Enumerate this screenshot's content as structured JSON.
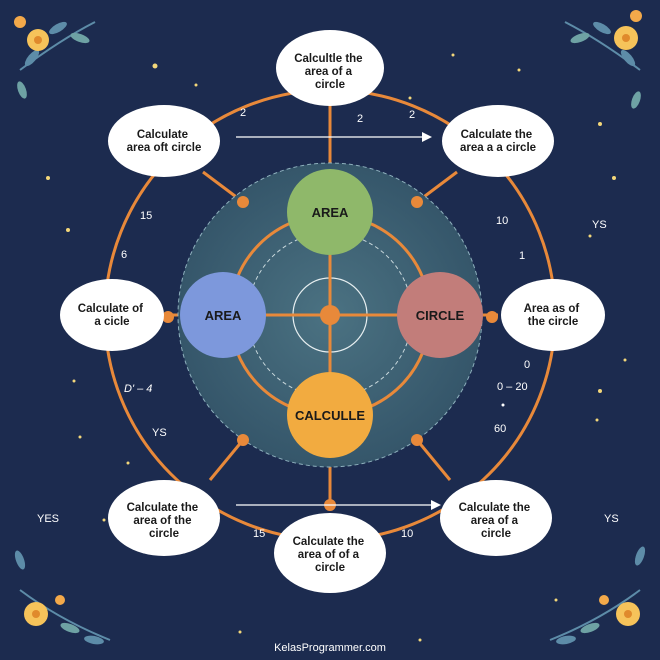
{
  "center_nodes": {
    "top": "AREA",
    "left": "AREA",
    "right": "CIRCLE",
    "bottom": "CALCULLE"
  },
  "outer_nodes": {
    "top": [
      "Calcultle the",
      "area of a",
      "circle"
    ],
    "top_left": [
      "Calculate",
      "area oft circle"
    ],
    "top_right": [
      "Calculate the",
      "area a a circle"
    ],
    "left": [
      "Calculate of",
      "a cicle"
    ],
    "right": [
      "Area as of",
      "the circle"
    ],
    "bottom_left": [
      "Calculate the",
      "area of the",
      "circle"
    ],
    "bottom": [
      "Calculate the",
      "area of of a",
      "circle"
    ],
    "bottom_right": [
      "Calculate the",
      "area of a",
      "circle"
    ]
  },
  "labels": {
    "top_a": "2",
    "top_b": "2",
    "top_c": "2",
    "left_15": "15",
    "left_6": "6",
    "left_d4": "D' – 4",
    "left_ys": "YS",
    "far_left_yes": "YES",
    "right_10": "10",
    "right_ys": "YS",
    "right_1": "1",
    "right_0": "0",
    "right_020": "0 – 20",
    "right_60": "60",
    "far_right_ys": "YS",
    "bottom_15": "15",
    "bottom_10": "10"
  },
  "footer": "KelasProgrammer.com",
  "colors": {
    "background": "#1c2b4f",
    "connector": "#e8893a",
    "inner_disc": "#3d6373",
    "node_green": "#8fb86a",
    "node_blue": "#7d98dc",
    "node_red": "#c27d7a",
    "node_yellow": "#f2ab40",
    "flower_yellow": "#f6c35a",
    "leaf": "#5d8ca8"
  }
}
